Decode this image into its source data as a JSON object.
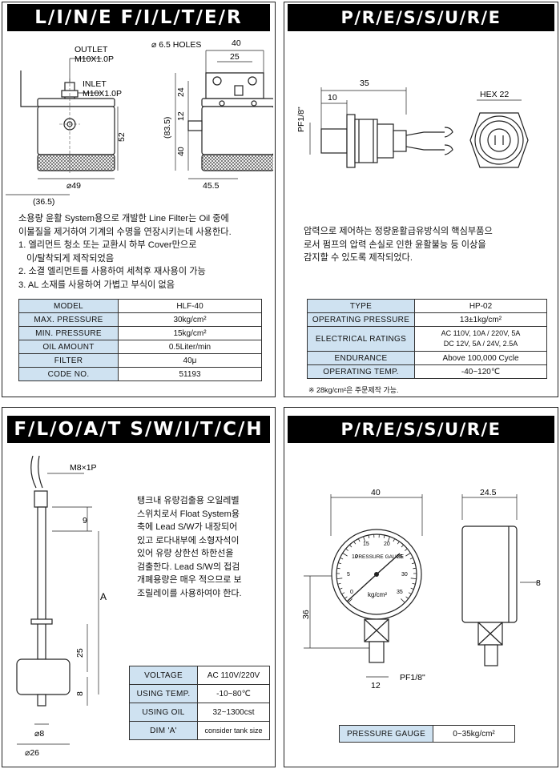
{
  "line_filter": {
    "title": "L/I/N/E  F/I/L/T/E/R",
    "labels": {
      "outlet": "OUTLET",
      "outlet_thread": "M10X1.0P",
      "inlet": "INLET",
      "inlet_thread": "M10X1.0P",
      "holes": "⌀ 6.5 HOLES",
      "d40": "40",
      "d25": "25",
      "d24": "24",
      "d12": "12",
      "d835": "(83.5)",
      "d40v": "40",
      "d52": "52",
      "d49": "⌀49",
      "d365": "(36.5)",
      "d455": "45.5"
    },
    "description": [
      "소용량 윤활 System용으로 개발한 Line Filter는 Oil 중에",
      "이물질을 제거하여 기계의 수명을 연장시키는데 사용한다.",
      "1. 엘리먼트 청소 또는 교환시 하부 Cover만으로",
      "   이/탈착되게 제작되었음",
      "2. 소결 엘리먼트를 사용하여 세척후 재사용이 가능",
      "3. AL 소재를 사용하여 가볍고 부식이 없음"
    ],
    "specs": [
      {
        "key": "MODEL",
        "value": "HLF-40"
      },
      {
        "key": "MAX. PRESSURE",
        "value": "30kg/cm²"
      },
      {
        "key": "MIN. PRESSURE",
        "value": "15kg/cm²"
      },
      {
        "key": "OIL AMOUNT",
        "value": "0.5Liter/min"
      },
      {
        "key": "FILTER",
        "value": "40μ"
      },
      {
        "key": "CODE NO.",
        "value": "51193"
      }
    ]
  },
  "pressure_switch": {
    "title": "P/R/E/S/S/U/R/E  S/W/I/T/C/H",
    "labels": {
      "d35": "35",
      "d10": "10",
      "pf": "PF1/8\"",
      "hex": "HEX 22"
    },
    "description": [
      "압력으로 제어하는 정량윤활급유방식의 핵심부품으",
      "로서 펌프의 압력 손실로 인한 윤활불능 등 이상을",
      "감지할 수 있도록 제작되었다."
    ],
    "specs": [
      {
        "key": "TYPE",
        "value": "HP-02"
      },
      {
        "key": "OPERATING PRESSURE",
        "value": "13±1kg/cm²"
      },
      {
        "key": "ELECTRICAL RATINGS",
        "value": "AC 110V, 10A / 220V, 5A",
        "value2": "DC 12V, 5A / 24V, 2.5A"
      },
      {
        "key": "ENDURANCE",
        "value": "Above 100,000 Cycle"
      },
      {
        "key": "OPERATING TEMP.",
        "value": "-40~120℃"
      }
    ],
    "note": "※ 28kg/cm²은 주문제작 가능."
  },
  "float_switch": {
    "title": "F/L/O/A/T  S/W/I/T/C/H",
    "labels": {
      "thread": "M8×1P",
      "d9": "9",
      "a": "A",
      "d25": "25",
      "d8v": "8",
      "d8": "⌀8",
      "d26": "⌀26"
    },
    "description": [
      "탱크내 유량검출용 오일레벨",
      "스위치로서 Float System용",
      "축에  Lead S/W가 내장되어",
      "있고 로다내부에 소형자석이",
      "있어 유량 상한선 하한선을",
      "검출한다. Lead S/W의 접검",
      "개폐용량은 매우 적으므로 보",
      "조릴레이를 사용하여야 한다."
    ],
    "specs": [
      {
        "key": "VOLTAGE",
        "value": "AC 110V/220V"
      },
      {
        "key": "USING TEMP.",
        "value": "-10~80℃"
      },
      {
        "key": "USING OIL",
        "value": "32~1300cst"
      },
      {
        "key": "DIM 'A'",
        "value": "consider tank size"
      }
    ]
  },
  "pressure_gauge": {
    "title": "P/R/E/S/S/U/R/E  G/A/U/G/E",
    "labels": {
      "d40": "40",
      "d245": "24.5",
      "d36": "36",
      "d8": "8",
      "d12": "12",
      "pf": "PF1/8\"",
      "face_title": "PRESSURE GAUGE",
      "unit": "kg/cm²",
      "scale": [
        "0",
        "5",
        "10",
        "15",
        "20",
        "25",
        "30",
        "35"
      ]
    },
    "specs": [
      {
        "key": "PRESSURE GAUGE",
        "value": "0~35kg/cm²"
      }
    ]
  }
}
